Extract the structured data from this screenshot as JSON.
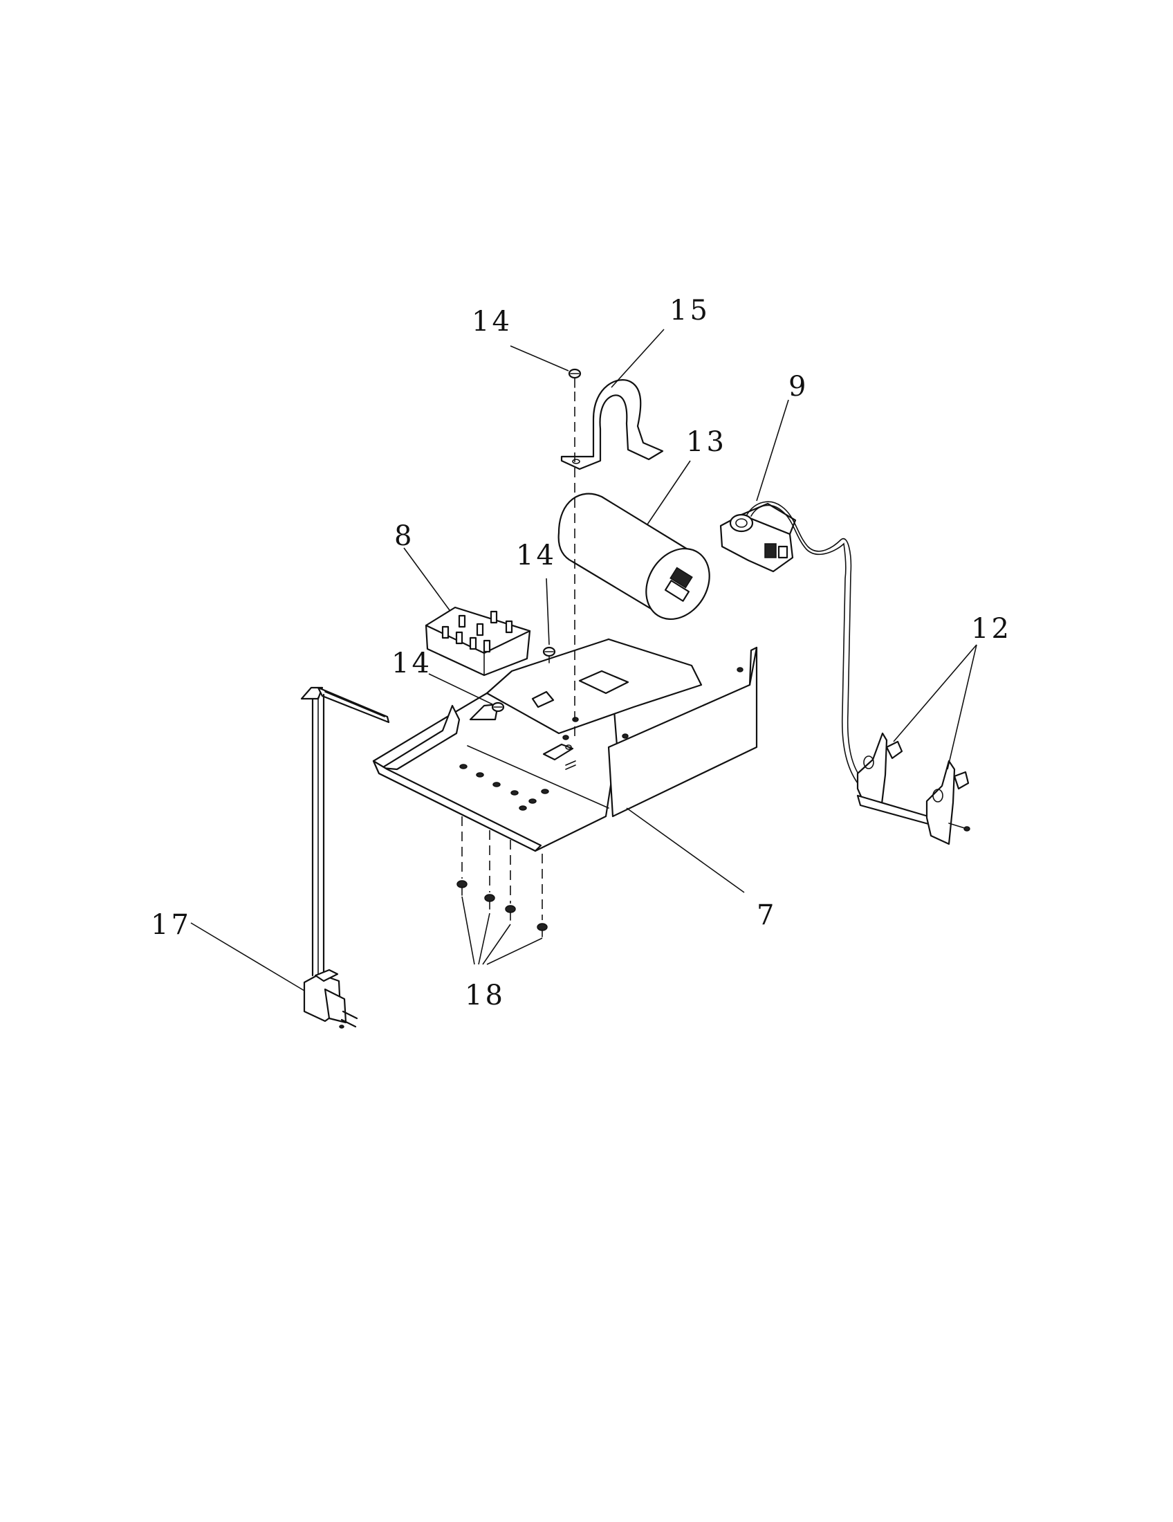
{
  "diagram": {
    "callouts": {
      "c14_top": "14",
      "c15": "15",
      "c9": "9",
      "c13": "13",
      "c8": "8",
      "c14_mid": "14",
      "c12": "12",
      "c14_left": "14",
      "c7": "7",
      "c17": "17",
      "c18": "18"
    }
  }
}
